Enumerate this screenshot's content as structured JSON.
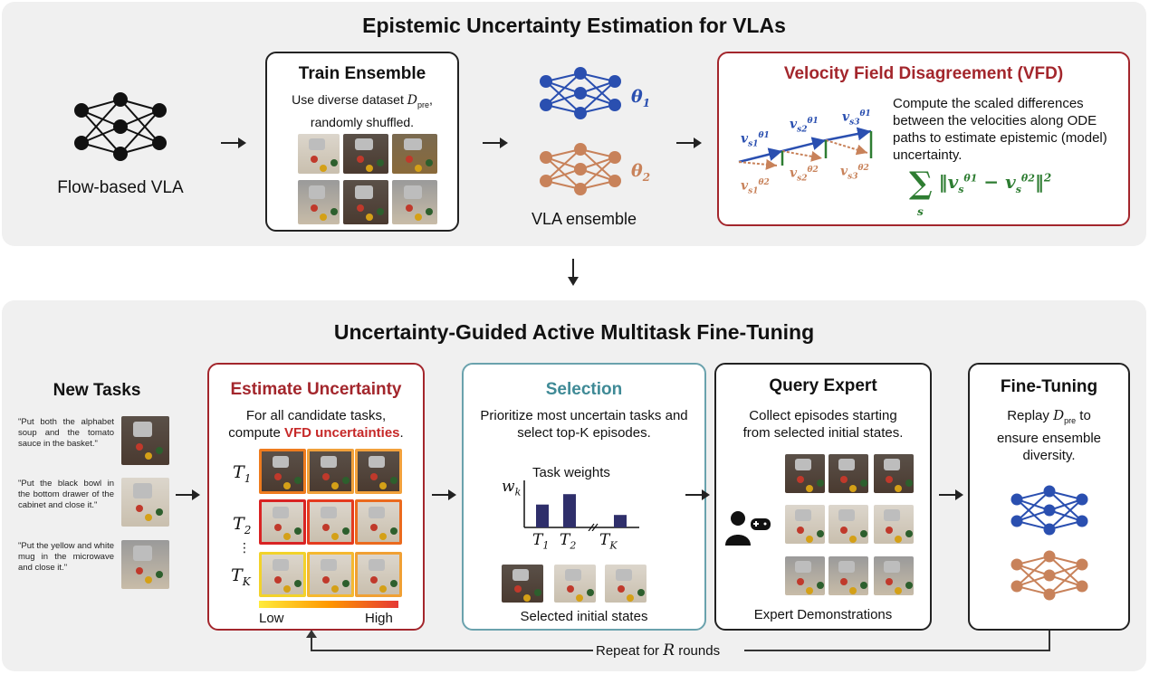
{
  "top": {
    "title": "Epistemic Uncertainty Estimation for VLAs",
    "vla_label": "Flow-based VLA",
    "train": {
      "title": "Train Ensemble",
      "desc_prefix": "Use diverse dataset",
      "dataset_symbol": "D",
      "dataset_sub": "pre",
      "desc_suffix": "randomly shuffled."
    },
    "ensemble": {
      "label": "VLA ensemble",
      "theta1": "θ",
      "theta1_sub": "1",
      "theta2": "θ",
      "theta2_sub": "2",
      "color1": "#2a4fb0",
      "color2": "#c8825a"
    },
    "vfd": {
      "title": "Velocity Field Disagreement (VFD)",
      "desc": "Compute the scaled differences between the velocities along ODE paths to estimate epistemic (model) uncertainty.",
      "title_color": "#a3262c",
      "formula_color": "#2e7d32",
      "formula_sum": "∑",
      "formula_sub": "s",
      "formula_body": "‖v_s^θ1 − v_s^θ2‖²",
      "blue_labels": [
        "v_s1^θ1",
        "v_s2^θ1",
        "v_s3^θ1"
      ],
      "brown_labels": [
        "v_s1^θ2",
        "v_s2^θ2",
        "v_s3^θ2"
      ]
    }
  },
  "bottom": {
    "title": "Uncertainty-Guided Active Multitask Fine-Tuning",
    "new_tasks": {
      "title": "New Tasks",
      "items": [
        "\"Put both the alphabet soup and the tomato sauce in the basket.\"",
        "\"Put the black bowl in the bottom drawer of the cabinet and close it.\"",
        "\"Put the yellow and white mug in the microwave and close it.\""
      ]
    },
    "estimate": {
      "title": "Estimate Uncertainty",
      "desc_line1": "For all candidate tasks,",
      "desc_prefix": "compute",
      "desc_highlight": "VFD uncertainties",
      "desc_suffix": ".",
      "row_labels": [
        "T1",
        "T2",
        "⋮",
        "TK"
      ],
      "legend_low": "Low",
      "legend_high": "High",
      "title_color": "#a3262c"
    },
    "selection": {
      "title": "Selection",
      "desc": "Prioritize most uncertain tasks and select top-K episodes.",
      "chart_title": "Task weights",
      "y_label": "w",
      "y_sub": "k",
      "x_labels": [
        "T1",
        "T2",
        "TK"
      ],
      "footer": "Selected initial states",
      "title_color": "#3f8a96",
      "border_color": "#6aa2ad"
    },
    "query": {
      "title": "Query Expert",
      "desc": "Collect episodes starting from selected initial states.",
      "footer": "Expert Demonstrations"
    },
    "finetune": {
      "title": "Fine-Tuning",
      "desc_prefix": "Replay",
      "desc_symbol": "D",
      "desc_sub": "pre",
      "desc_suffix": "to ensure ensemble diversity."
    },
    "loop_label_prefix": "Repeat for",
    "loop_label_var": "R",
    "loop_label_suffix": "rounds"
  },
  "chart_data": {
    "type": "bar",
    "title": "Task weights",
    "categories": [
      "T1",
      "T2",
      "TK"
    ],
    "values": [
      0.55,
      0.8,
      0.3
    ],
    "ylabel": "w_k",
    "ylim": [
      0,
      1
    ]
  }
}
